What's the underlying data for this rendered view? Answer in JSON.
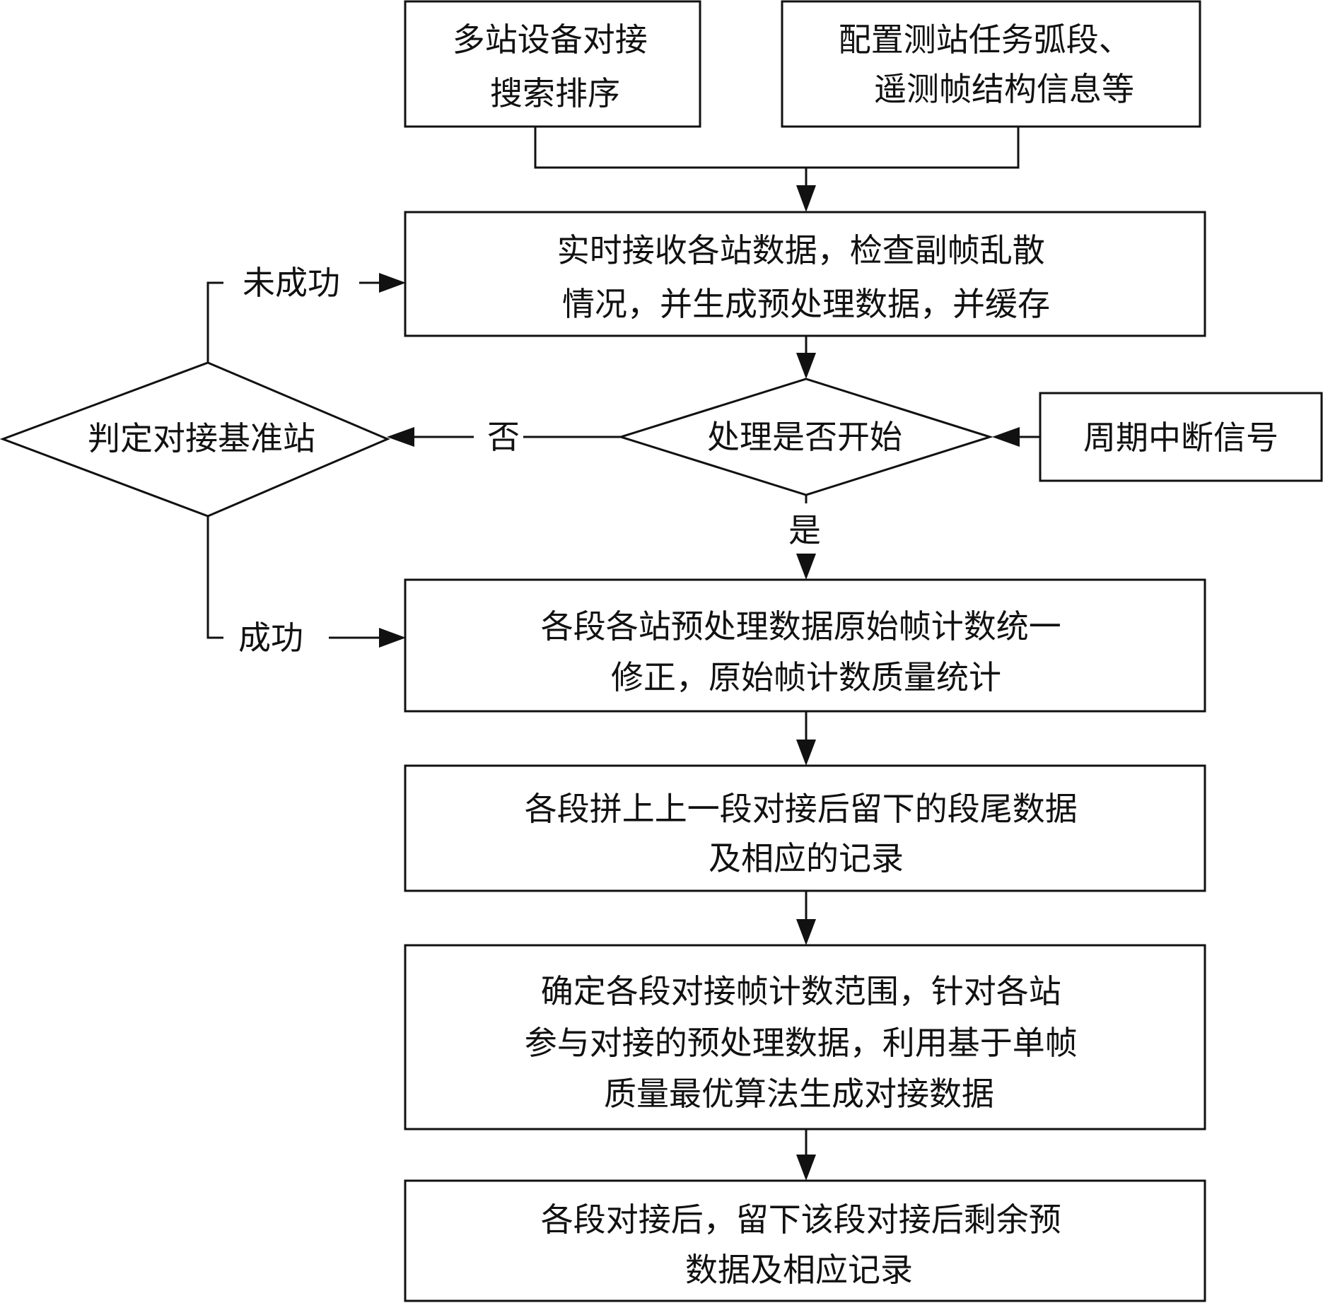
{
  "nodes": {
    "multi_station_sort": {
      "lines": [
        "多站设备对接",
        "搜索排序"
      ]
    },
    "config_info": {
      "lines": [
        "配置测站任务弧段、",
        "遥测帧结构信息等"
      ]
    },
    "realtime_receive": {
      "lines": [
        "实时接收各站数据，检查副帧乱散",
        "情况，并生成预处理数据，并缓存"
      ]
    },
    "judge_station": {
      "lines": [
        "判定对接基准站"
      ]
    },
    "processing_start": {
      "lines": [
        "处理是否开始"
      ]
    },
    "periodic_interrupt": {
      "lines": [
        "周期中断信号"
      ]
    },
    "frame_count_correction": {
      "lines": [
        "各段各站预处理数据原始帧计数统一",
        "修正，原始帧计数质量统计"
      ]
    },
    "splice_tail": {
      "lines": [
        "各段拼上上一段对接后留下的段尾数据",
        "及相应的记录"
      ]
    },
    "determine_range": {
      "lines": [
        "确定各段对接帧计数范围，针对各站",
        "参与对接的预处理数据，利用基于单帧",
        "质量最优算法生成对接数据"
      ]
    },
    "remaining_data": {
      "lines": [
        "各段对接后，留下该段对接后剩余预",
        "数据及相应记录"
      ]
    }
  },
  "edge_labels": {
    "fail": "未成功",
    "success": "成功",
    "no": "否",
    "yes": "是"
  }
}
